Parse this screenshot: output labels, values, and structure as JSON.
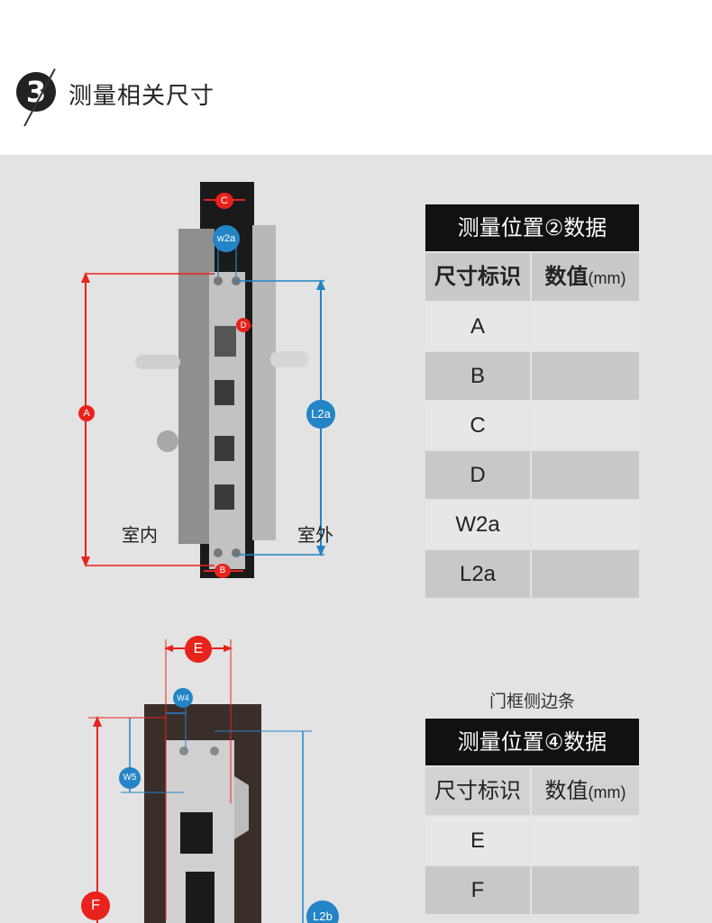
{
  "header": {
    "number": "3",
    "title": "测量相关尺寸"
  },
  "diagram1": {
    "label_indoor": "室内",
    "label_outdoor": "室外",
    "badges": {
      "c": "C",
      "w2a": "w2a",
      "d": "D",
      "a": "A",
      "l2a": "L2a",
      "b": "B"
    }
  },
  "table1": {
    "title": "测量位置②数据",
    "col1": "尺寸标识",
    "col2": "数值",
    "col2_unit": "(mm)",
    "rows": [
      "A",
      "B",
      "C",
      "D",
      "W2a",
      "L2a"
    ]
  },
  "diagram2": {
    "badges": {
      "e": "E",
      "w4": "W4",
      "w5": "W5",
      "f": "F",
      "l2b": "L2b"
    }
  },
  "table2": {
    "caption": "门框侧边条",
    "title": "测量位置④数据",
    "col1": "尺寸标识",
    "col2": "数值",
    "col2_unit": "(mm)",
    "rows": [
      "E",
      "F"
    ]
  }
}
